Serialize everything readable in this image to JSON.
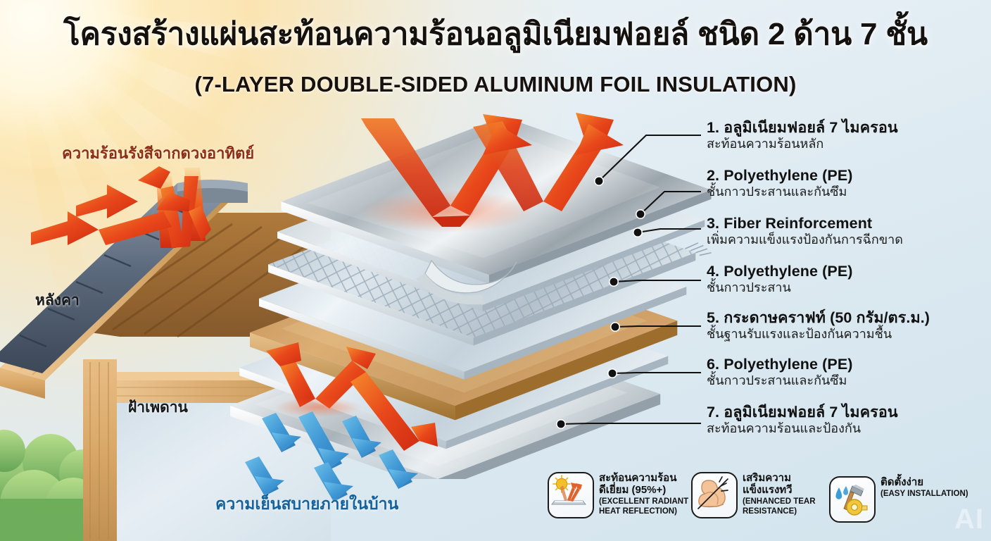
{
  "header": {
    "title_th": "โครงสร้างแผ่นสะท้อนความร้อนอลูมิเนียมฟอยล์ ชนิด 2 ด้าน 7 ชั้น",
    "subtitle_en": "(7-LAYER DOUBLE-SIDED ALUMINUM FOIL INSULATION)"
  },
  "scene_labels": {
    "sun_heat": "ความร้อนรังสีจากดวงอาทิตย์",
    "roof": "หลังคา",
    "ceiling": "ฝ้าเพดาน",
    "cool_inside": "ความเย็นสบายภายในบ้าน"
  },
  "legend": [
    {
      "num": "1.",
      "title": "อลูมิเนียมฟอยล์ 7 ไมครอน",
      "sub": "สะท้อนความร้อนหลัก"
    },
    {
      "num": "2.",
      "title": "Polyethylene (PE)",
      "sub": "ชั้นกาวประสานและกันซึม"
    },
    {
      "num": "3.",
      "title": "Fiber Reinforcement",
      "sub": "เพิ่มความแข็งแรงป้องกันการฉีกขาด"
    },
    {
      "num": "4.",
      "title": "Polyethylene (PE)",
      "sub": "ชั้นกาวประสาน"
    },
    {
      "num": "5.",
      "title": "กระดาษคราฟท์ (50 กรัม/ตร.ม.)",
      "sub": "ชั้นฐานรับแรงและป้องกันความชื้น"
    },
    {
      "num": "6.",
      "title": "Polyethylene (PE)",
      "sub": "ชั้นกาวประสานและกันซึม"
    },
    {
      "num": "7.",
      "title": "อลูมิเนียมฟอยล์ 7 ไมครอน",
      "sub": "สะท้อนความร้อนและป้องกัน"
    }
  ],
  "badges": [
    {
      "icon": "sun-reflection-icon",
      "th_line1": "สะท้อนความร้อน",
      "th_line2": "ดีเยี่ยม (95%+)",
      "en_line1": "(EXCELLENT RADIANT",
      "en_line2": "HEAT REFLECTION)"
    },
    {
      "icon": "flexed-bicep-icon",
      "th_line1": "เสริมความ",
      "th_line2": "แข็งแรงทวี",
      "en_line1": "(ENHANCED TEAR",
      "en_line2": "RESISTANCE)"
    },
    {
      "icon": "hammer-tools-icon",
      "th_line1": "ติดตั้งง่าย",
      "th_line2": "",
      "en_line1": "(EASY INSTALLATION)",
      "en_line2": ""
    }
  ],
  "layer_stack": [
    {
      "name": "aluminum-foil-top",
      "color": "#b9c2c7"
    },
    {
      "name": "polyethylene-2",
      "color": "#c3d3dc"
    },
    {
      "name": "fiber-mesh-3",
      "color": "#aebec9"
    },
    {
      "name": "polyethylene-4",
      "color": "#cbd9e1"
    },
    {
      "name": "kraft-paper-5",
      "color": "#c99a62"
    },
    {
      "name": "polyethylene-6",
      "color": "#ccd9e0"
    },
    {
      "name": "aluminum-foil-bottom",
      "color": "#b4bec4"
    }
  ],
  "colors": {
    "heat_arrow": "#e23b18",
    "cool_arrow": "#3a90cf",
    "sun_label": "#8c2f15",
    "cool_label": "#15639e",
    "background": "#dfeaf2",
    "kraft": "#c99a62"
  },
  "watermark": "AI"
}
